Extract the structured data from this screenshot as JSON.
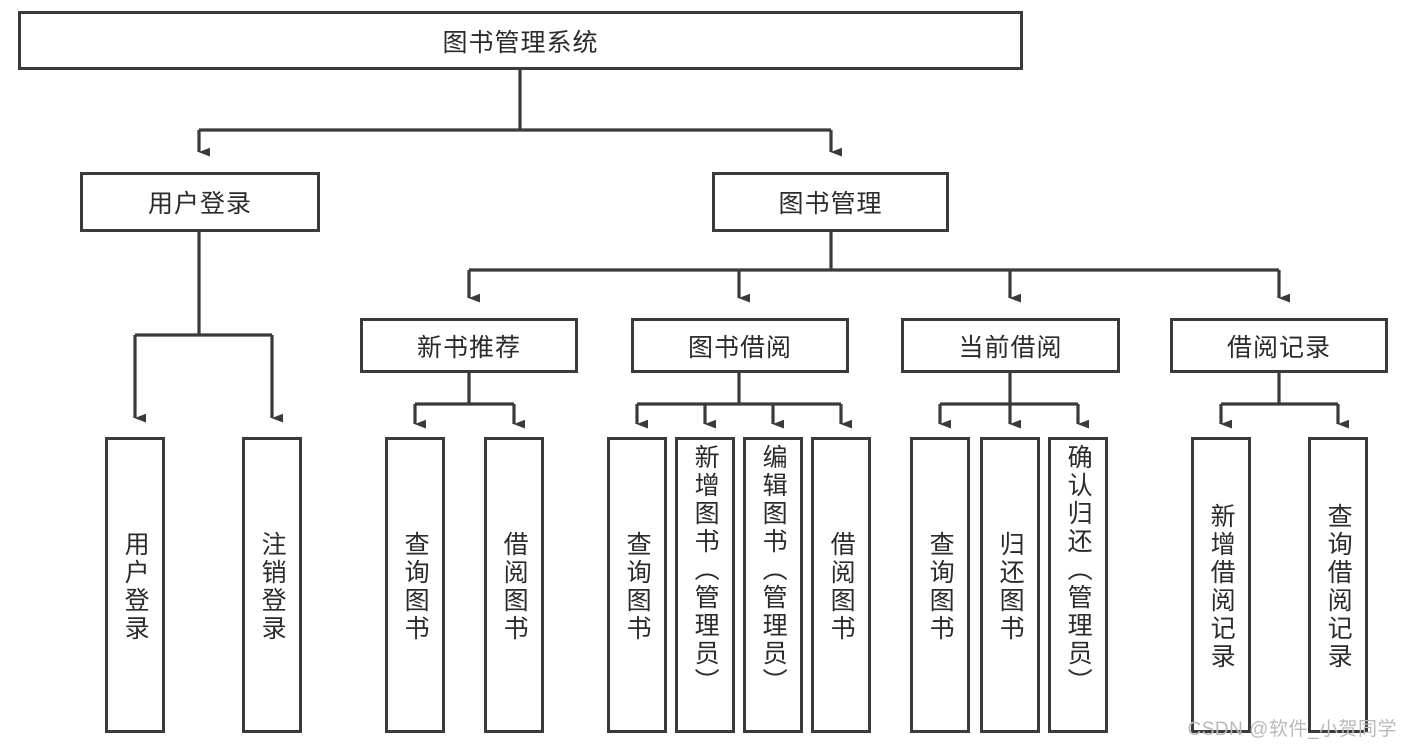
{
  "diagram": {
    "type": "tree-hierarchy",
    "title": "图书管理系统",
    "watermark": "CSDN @软件_小贺同学",
    "colors": {
      "stroke": "#3a3a3a",
      "fill": "#ffffff",
      "text": "#2b2b2b",
      "watermark": "#b9b9b9"
    },
    "root": {
      "label": "图书管理系统"
    },
    "level2": [
      {
        "label": "用户登录"
      },
      {
        "label": "图书管理"
      }
    ],
    "level3": [
      {
        "label": "新书推荐"
      },
      {
        "label": "图书借阅"
      },
      {
        "label": "当前借阅"
      },
      {
        "label": "借阅记录"
      }
    ],
    "leaves": {
      "user_login": [
        {
          "label": "用户登录"
        },
        {
          "label": "注销登录"
        }
      ],
      "new_book_recommend": [
        {
          "label": "查询图书"
        },
        {
          "label": "借阅图书"
        }
      ],
      "book_borrow": [
        {
          "label": "查询图书"
        },
        {
          "label": "新增图书（管理员）"
        },
        {
          "label": "编辑图书（管理员）"
        },
        {
          "label": "借阅图书"
        }
      ],
      "current_borrow": [
        {
          "label": "查询图书"
        },
        {
          "label": "归还图书"
        },
        {
          "label": "确认归还（管理员）"
        }
      ],
      "borrow_record": [
        {
          "label": "新增借阅记录"
        },
        {
          "label": "查询借阅记录"
        }
      ]
    }
  }
}
